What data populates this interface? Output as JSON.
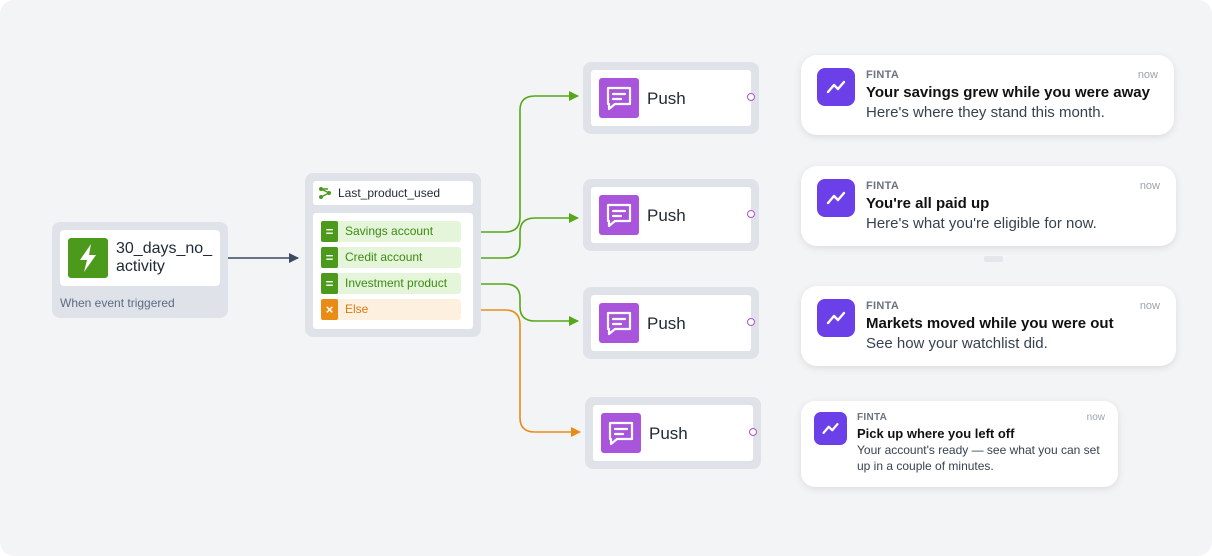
{
  "trigger": {
    "name": "30_days_no_ activity",
    "caption": "When event triggered",
    "icon": "lightning-bolt-icon"
  },
  "split": {
    "title": "Last_product_used",
    "icon": "split-branch-icon",
    "branches": [
      {
        "label": "Savings account",
        "badge": "="
      },
      {
        "label": "Credit account",
        "badge": "="
      },
      {
        "label": "Investment product",
        "badge": "="
      },
      {
        "label": "Else",
        "badge": "×"
      }
    ]
  },
  "pushes": [
    {
      "label": "Push"
    },
    {
      "label": "Push"
    },
    {
      "label": "Push"
    },
    {
      "label": "Push"
    }
  ],
  "notifications": [
    {
      "app": "FINTA",
      "time": "now",
      "title": "Your savings grew while you were away",
      "body": "Here's where they stand this month."
    },
    {
      "app": "FINTA",
      "time": "now",
      "title": "You're all paid up",
      "body": "Here's what you're eligible for now."
    },
    {
      "app": "FINTA",
      "time": "now",
      "title": "Markets moved while you were out",
      "body": "See how your watchlist did."
    },
    {
      "app": "FINTA",
      "time": "now",
      "title": "Pick up where you left off",
      "body": "Your account's ready — see what you can set up in a couple of minutes."
    }
  ],
  "colors": {
    "green": "#4c9a1c",
    "orange": "#e98c16",
    "purple": "#a854db",
    "app_icon": "#6b40e8",
    "connector_dark": "#3b4a5e"
  }
}
